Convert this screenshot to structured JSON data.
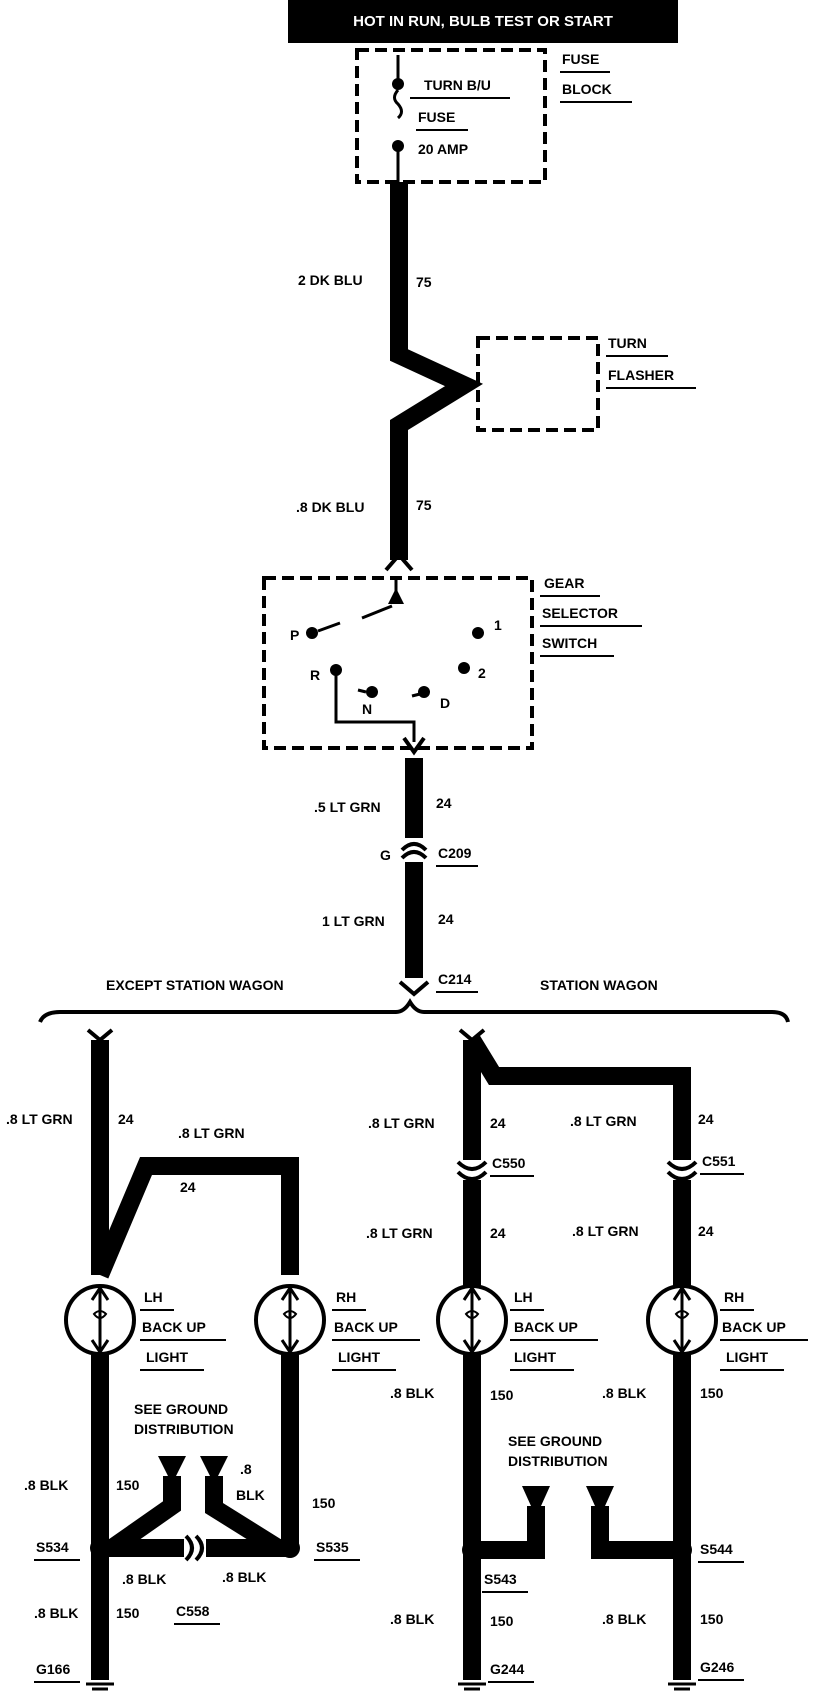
{
  "header": {
    "title": "HOT IN RUN, BULB TEST OR START"
  },
  "fuse_block": {
    "label_line1": "FUSE",
    "label_line2": "BLOCK",
    "fuse_name": "TURN B/U",
    "fuse_word": "FUSE",
    "fuse_rating": "20 AMP"
  },
  "turn_flasher": {
    "label_line1": "TURN",
    "label_line2": "FLASHER"
  },
  "wire_top": {
    "size_color": "2 DK BLU",
    "circuit": "75"
  },
  "wire_flasher_out": {
    "size_color": ".8 DK BLU",
    "circuit": "75"
  },
  "gear_selector": {
    "label_line1": "GEAR",
    "label_line2": "SELECTOR",
    "label_line3": "SWITCH",
    "pos_p": "P",
    "pos_r": "R",
    "pos_n": "N",
    "pos_d": "D",
    "pos_2": "2",
    "pos_1": "1"
  },
  "wire_switch_out": {
    "size_color": ".5 LT GRN",
    "circuit": "24"
  },
  "c209": {
    "pin": "G",
    "name": "C209"
  },
  "wire_c209_out": {
    "size_color": "1 LT GRN",
    "circuit": "24"
  },
  "c214": {
    "name": "C214"
  },
  "branches": {
    "left": "EXCEPT  STATION WAGON",
    "right": "STATION WAGON"
  },
  "except_wagon": {
    "wire_lh": {
      "size_color": ".8 LT GRN",
      "circuit": "24"
    },
    "wire_rh": {
      "size_color": ".8 LT GRN",
      "circuit": "24"
    },
    "lh_light": {
      "line1": "LH",
      "line2": "BACK UP",
      "line3": "LIGHT"
    },
    "rh_light": {
      "line1": "RH",
      "line2": "BACK UP",
      "line3": "LIGHT"
    },
    "see_ground": {
      "line1": "SEE GROUND",
      "line2": "DISTRIBUTION"
    },
    "wire_lh_blk": {
      "size_color": ".8 BLK",
      "circuit": "150"
    },
    "wire_rh_blk_size": ".8",
    "wire_rh_blk_color": "BLK",
    "wire_rh_blk_circuit": "150",
    "s534": "S534",
    "s535": "S535",
    "wire_c558_left": ".8 BLK",
    "wire_c558_right": ".8 BLK",
    "c558": "C558",
    "wire_ground": {
      "size_color": ".8 BLK",
      "circuit": "150"
    },
    "g166": "G166"
  },
  "station_wagon": {
    "wire_lh_top": {
      "size_color": ".8 LT GRN",
      "circuit": "24"
    },
    "wire_rh_top": {
      "size_color": ".8 LT GRN",
      "circuit": "24"
    },
    "c550": "C550",
    "c551": "C551",
    "wire_lh_mid": {
      "size_color": ".8 LT GRN",
      "circuit": "24"
    },
    "wire_rh_mid": {
      "size_color": ".8 LT GRN",
      "circuit": "24"
    },
    "lh_light": {
      "line1": "LH",
      "line2": "BACK UP",
      "line3": "LIGHT"
    },
    "rh_light": {
      "line1": "RH",
      "line2": "BACK UP",
      "line3": "LIGHT"
    },
    "wire_lh_blk": {
      "size_color": ".8 BLK",
      "circuit": "150"
    },
    "wire_rh_blk": {
      "size_color": ".8 BLK",
      "circuit": "150"
    },
    "see_ground": {
      "line1": "SEE GROUND",
      "line2": "DISTRIBUTION"
    },
    "s543": "S543",
    "s544": "S544",
    "wire_lh_gnd": {
      "size_color": ".8 BLK",
      "circuit": "150"
    },
    "wire_rh_gnd": {
      "size_color": ".8 BLK",
      "circuit": "150"
    },
    "g244": "G244",
    "g246": "G246"
  }
}
